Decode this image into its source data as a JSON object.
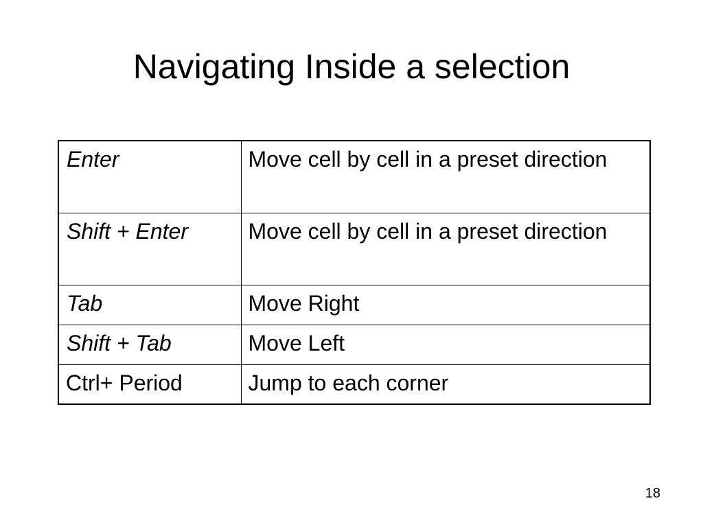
{
  "slide": {
    "title": "Navigating Inside a selection",
    "page_number": "18"
  },
  "table": {
    "rows": [
      {
        "key": "Enter",
        "description": "Move cell by cell in a preset direction",
        "key_style": "italic"
      },
      {
        "key": "Shift + Enter",
        "description": "Move cell by cell in a preset direction",
        "key_style": "italic"
      },
      {
        "key": "Tab",
        "description": "Move Right",
        "key_style": "italic"
      },
      {
        "key": "Shift + Tab",
        "description": "Move Left",
        "key_style": "italic"
      },
      {
        "key": "Ctrl+ Period",
        "description": "Jump to each corner",
        "key_style": "normal"
      }
    ]
  },
  "colors": {
    "background": "#ffffff",
    "text": "#000000",
    "border": "#000000"
  }
}
